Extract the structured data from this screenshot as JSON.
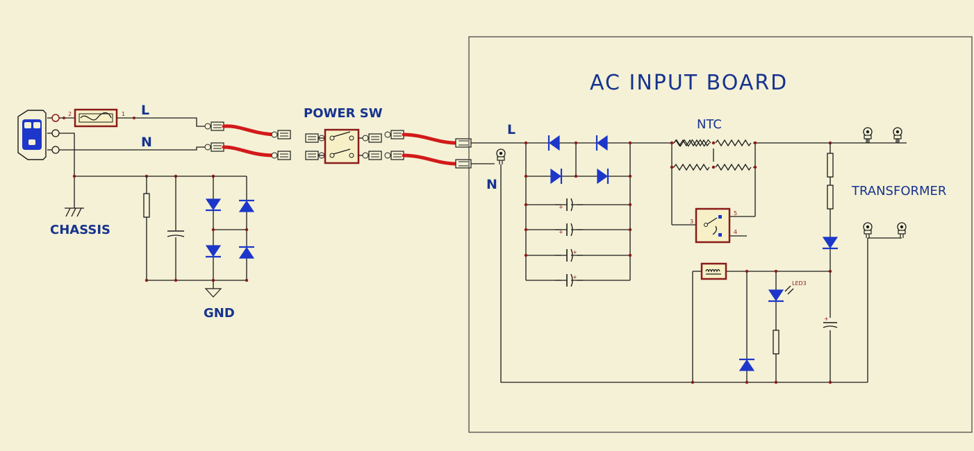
{
  "board_title": "AC INPUT BOARD",
  "labels": {
    "l_input": "L",
    "n_input": "N",
    "chassis": "CHASSIS",
    "gnd": "GND",
    "power_sw": "POWER SW",
    "l_board": "L",
    "n_board": "N",
    "ntc": "NTC",
    "transformer": "TRANSFORMER",
    "led": "LED3"
  },
  "pins": {
    "fuse_pin_2": "2",
    "fuse_pin_1": "1",
    "relay_pin_3": "3",
    "relay_pin_5": "5",
    "relay_pin_4": "4"
  },
  "colors": {
    "background": "#f4f1d6",
    "wire": "#1a1a1a",
    "cable": "#d21a1a",
    "component": "#1c37c9",
    "label": "#17338f",
    "frame": "#8a1a1a"
  }
}
